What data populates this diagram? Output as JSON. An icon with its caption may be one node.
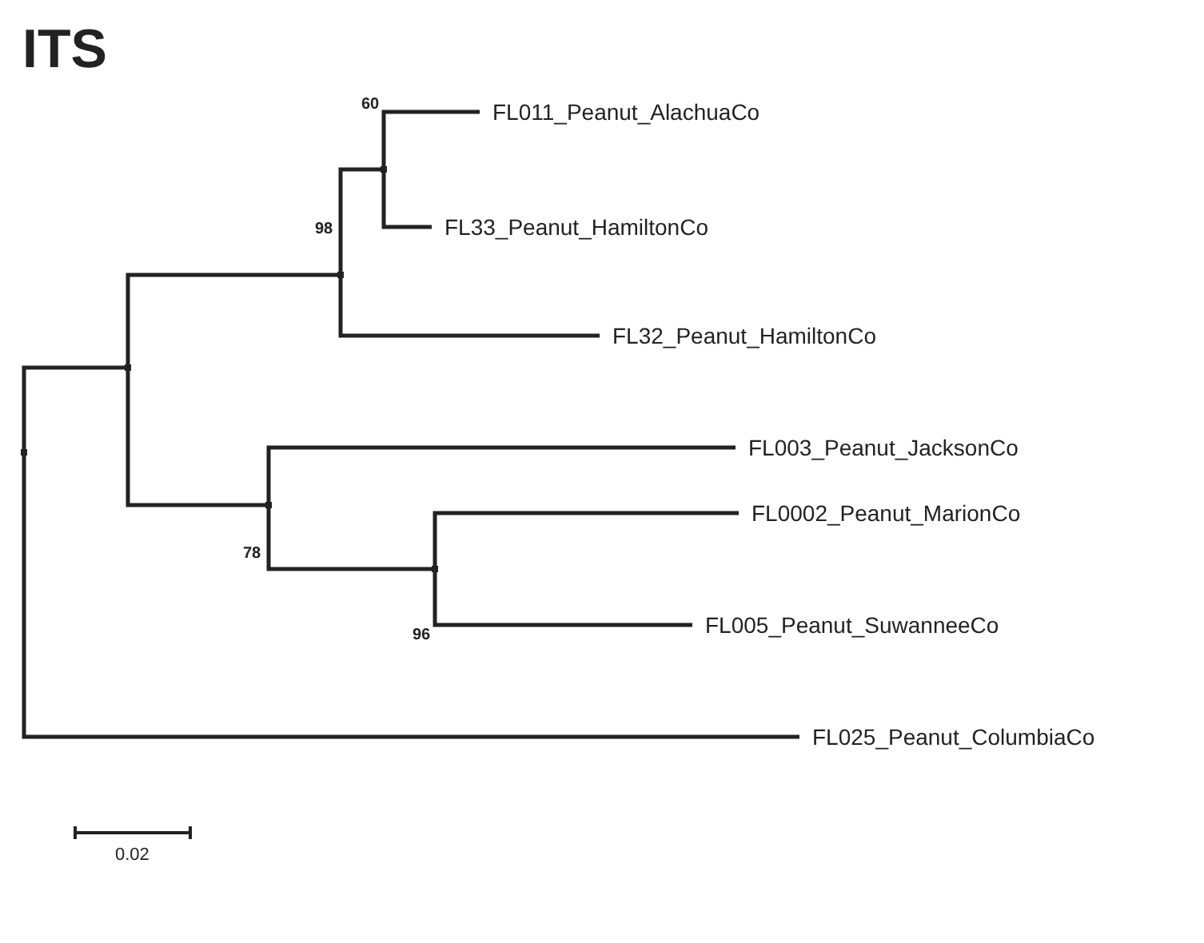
{
  "diagram": {
    "title": "ITS",
    "nodes": [
      {
        "text": [],
        "shape": "point"
      },
      {
        "text": [],
        "shape": "point"
      },
      {
        "text": [],
        "shape": "point",
        "beside": [
          "98"
        ]
      },
      {
        "text": [],
        "shape": "point",
        "beside": [
          "60"
        ]
      },
      {
        "text": [
          "FL011_Peanut_AlachuaCo"
        ]
      },
      {
        "text": [
          "FL33_Peanut_HamiltonCo"
        ]
      },
      {
        "text": [
          "FL32_Peanut_HamiltonCo"
        ]
      },
      {
        "text": [],
        "shape": "point",
        "beside": [
          "78"
        ]
      },
      {
        "text": [
          "FL003_Peanut_JacksonCo"
        ]
      },
      {
        "text": [],
        "shape": "point",
        "beside": [
          "96"
        ]
      },
      {
        "text": [
          "FL0002_Peanut_MarionCo"
        ]
      },
      {
        "text": [
          "FL005_Peanut_SuwanneeCo"
        ]
      },
      {
        "text": [
          "FL025_Peanut_ColumbiaCo"
        ]
      }
    ],
    "edges": [
      {
        "from": 0,
        "to": 1,
        "arrow": "none"
      },
      {
        "from": 0,
        "to": 12,
        "arrow": "none"
      },
      {
        "from": 1,
        "to": 2,
        "arrow": "none"
      },
      {
        "from": 1,
        "to": 7,
        "arrow": "none"
      },
      {
        "from": 2,
        "to": 3,
        "arrow": "none"
      },
      {
        "from": 2,
        "to": 6,
        "arrow": "none"
      },
      {
        "from": 3,
        "to": 4,
        "arrow": "none"
      },
      {
        "from": 3,
        "to": 5,
        "arrow": "none"
      },
      {
        "from": 7,
        "to": 8,
        "arrow": "none"
      },
      {
        "from": 7,
        "to": 9,
        "arrow": "none"
      },
      {
        "from": 9,
        "to": 10,
        "arrow": "none"
      },
      {
        "from": 9,
        "to": 11,
        "arrow": "none"
      }
    ],
    "labels": [
      "0.02"
    ]
  }
}
